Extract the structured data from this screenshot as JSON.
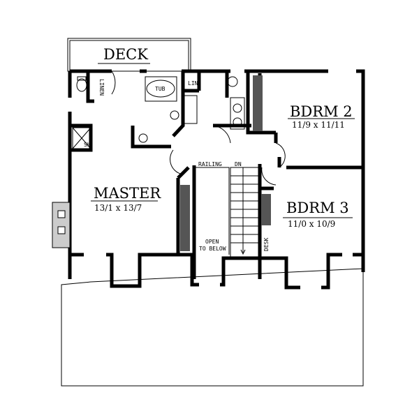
{
  "rooms": {
    "deck": "DECK",
    "linen": "LINEN",
    "tub": "TUB",
    "lin": "LIN",
    "shower": "SH",
    "bdrm2": {
      "name": "BDRM 2",
      "size": "11/9 x 11/11"
    },
    "master": {
      "name": "MASTER",
      "size": "13/1 x 13/7"
    },
    "bdrm3": {
      "name": "BDRM 3",
      "size": "11/0 x 10/9"
    },
    "railing": "RAILING",
    "down": "DN",
    "open_line1": "OPEN",
    "open_line2": "TO BELOW",
    "desk": "DESK"
  },
  "colors": {
    "line": "#000000",
    "background": "#ffffff"
  }
}
